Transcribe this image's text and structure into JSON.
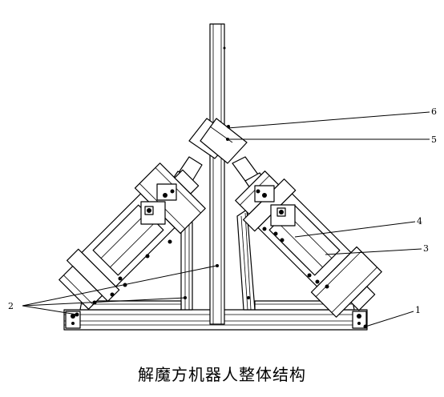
{
  "callouts": {
    "c1": "1",
    "c2": "2",
    "c3": "3",
    "c4": "4",
    "c5": "5",
    "c6": "6"
  },
  "caption": "解魔方机器人整体结构"
}
